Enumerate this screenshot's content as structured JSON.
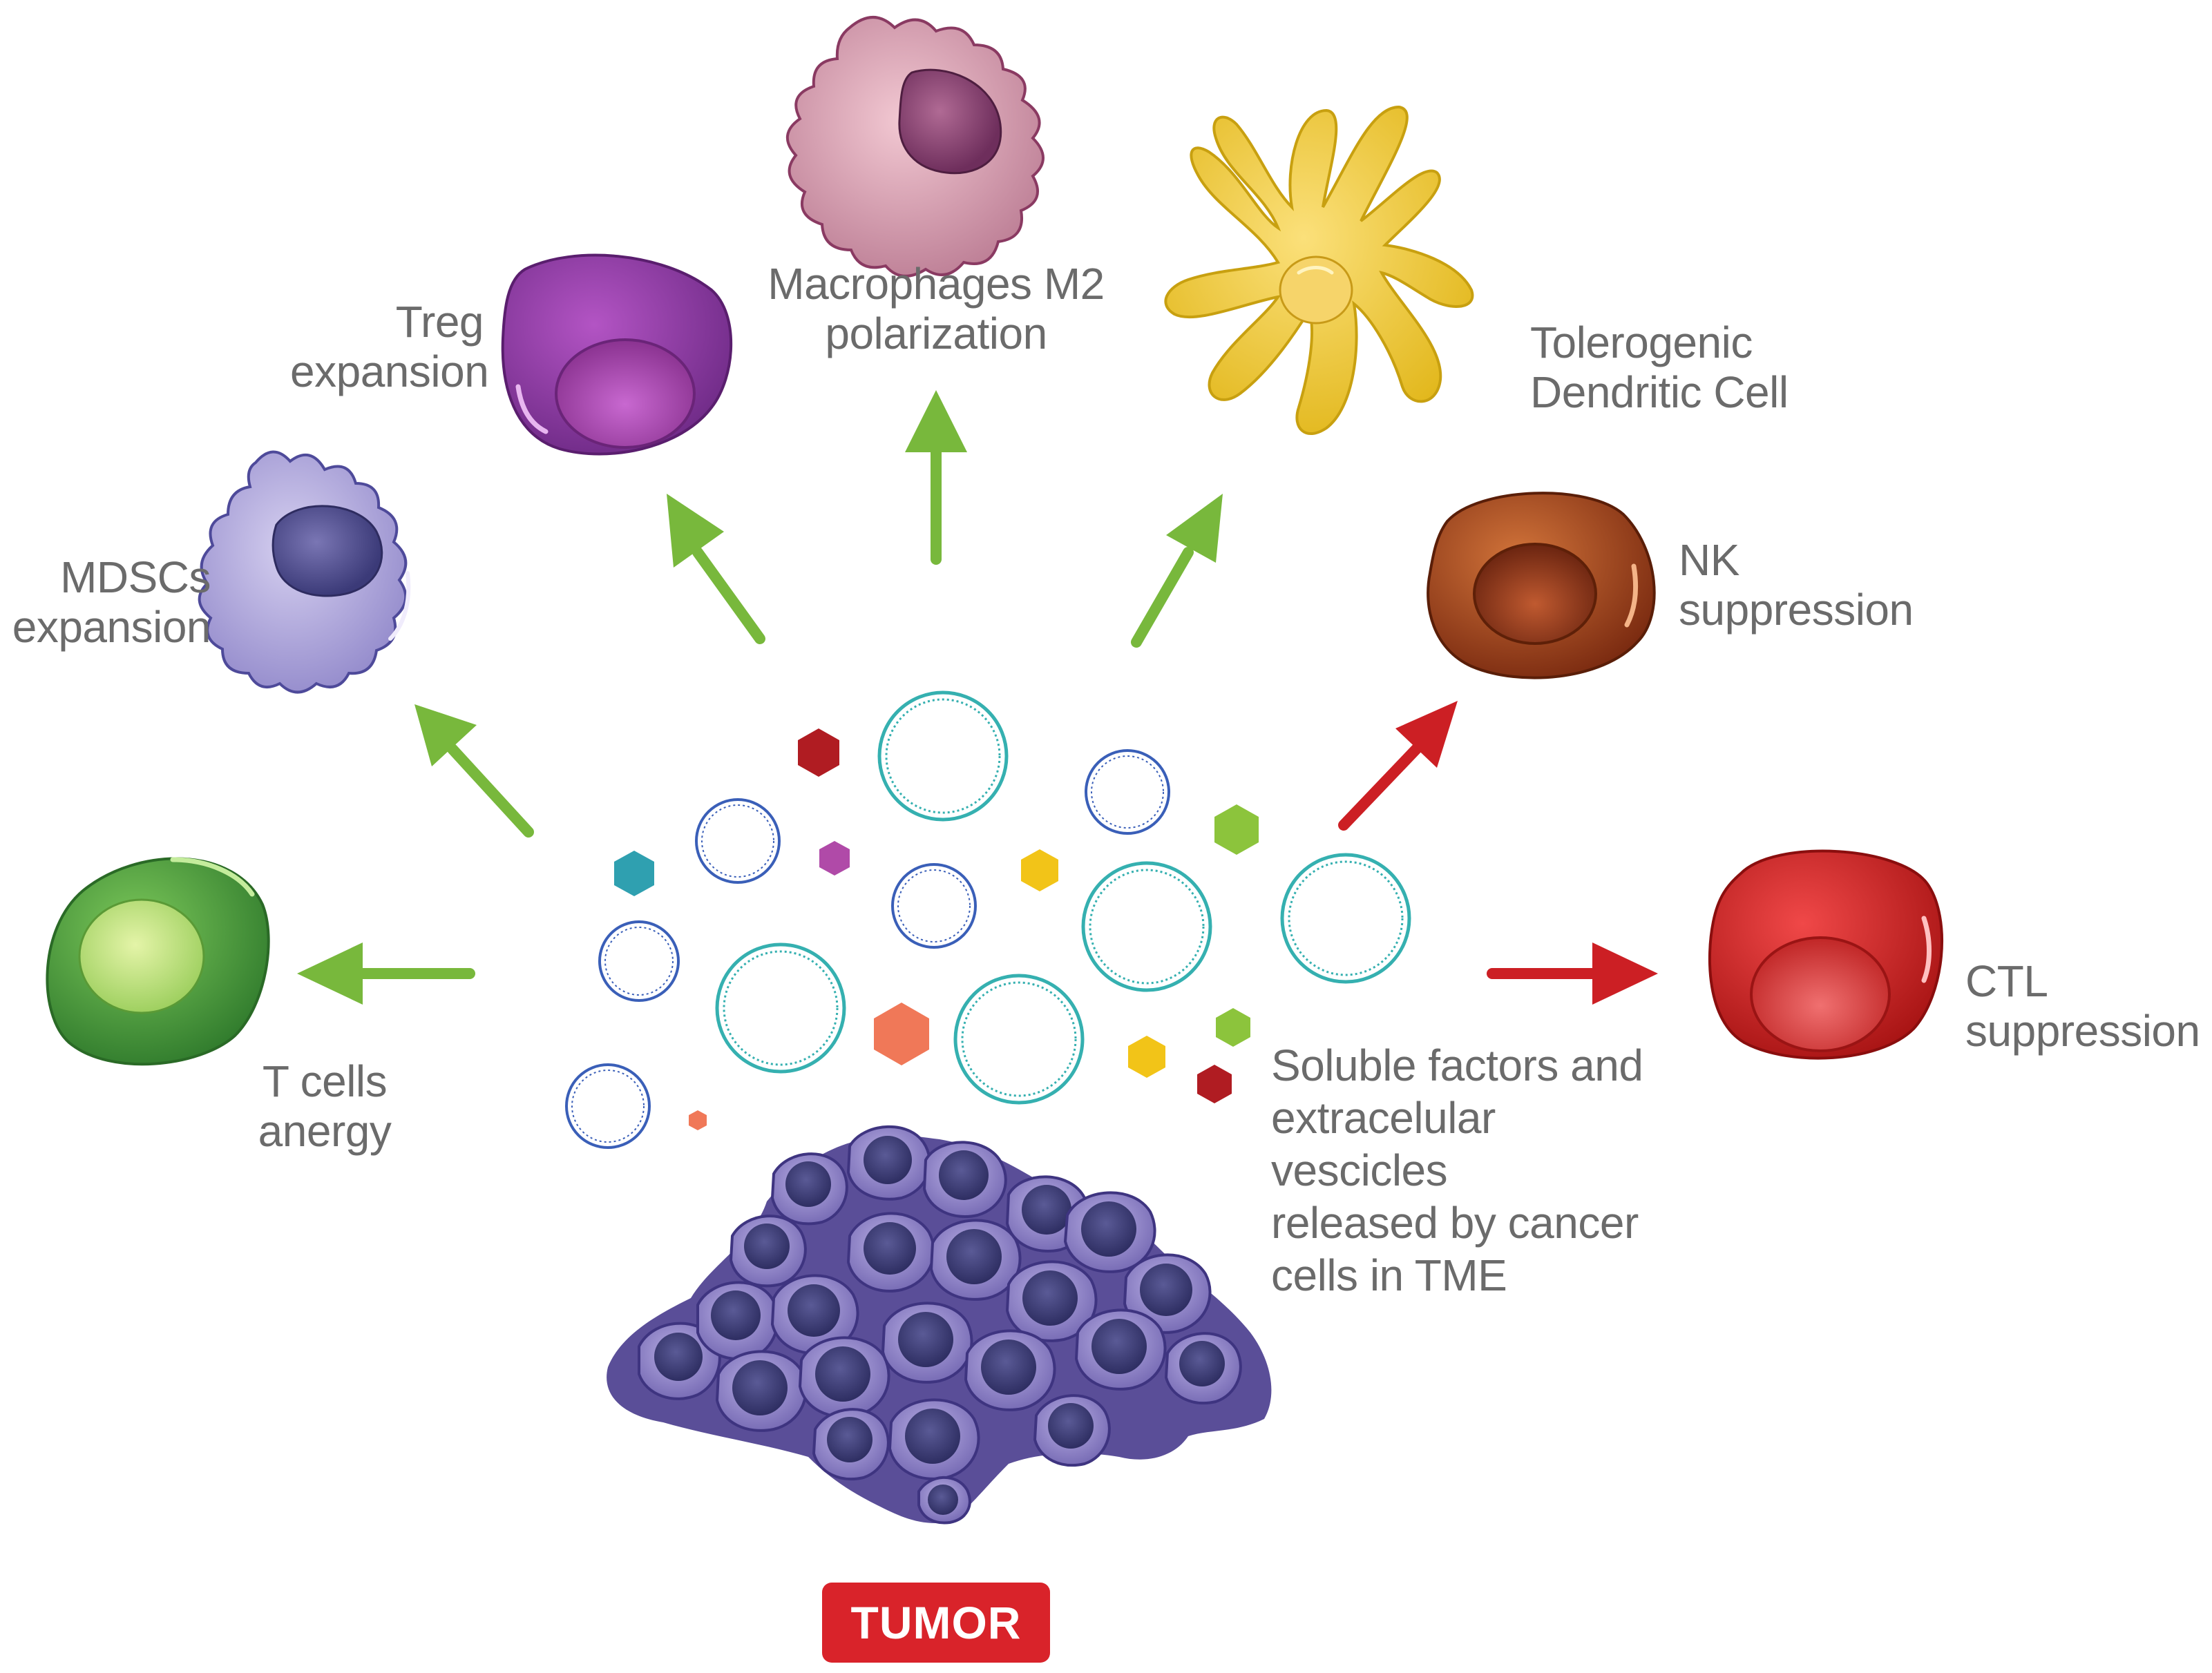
{
  "labels": {
    "treg": [
      "Treg",
      "expansion"
    ],
    "macrophage": [
      "Macrophages M2",
      "polarization"
    ],
    "dendritic": [
      "Tolerogenic",
      "Dendritic Cell"
    ],
    "mdsc": [
      "MDSCs",
      "expansion"
    ],
    "nk": [
      "NK",
      "suppression"
    ],
    "tcell": [
      "T cells",
      "anergy"
    ],
    "ctl": [
      "CTL",
      "suppression"
    ],
    "soluble": [
      "Soluble factors and",
      "extracelular vescicles",
      "released by cancer",
      "cells in TME"
    ],
    "tumor": "TUMOR"
  },
  "colors": {
    "green_arrow": "#78b83c",
    "red_arrow": "#cc1f24",
    "vesicle_teal": "#35b0b0",
    "vesicle_blue": "#3a5fb8",
    "tcell": "#4a9c3c",
    "treg": "#8a3a9a",
    "macrophage": "#c98aa0",
    "dendritic": "#e8c42a",
    "mdsc": "#a39ad4",
    "nk": "#9a3a1a",
    "ctl": "#d42a2a",
    "tumor_cells": "#7a6cb8",
    "tumor_badge": "#d9232a"
  },
  "icons": [
    "t-cell-icon",
    "mdsc-icon",
    "treg-icon",
    "macrophage-icon",
    "dendritic-cell-icon",
    "nk-cell-icon",
    "ctl-icon",
    "vesicle-icon",
    "soluble-factor-icon",
    "tumor-icon"
  ]
}
